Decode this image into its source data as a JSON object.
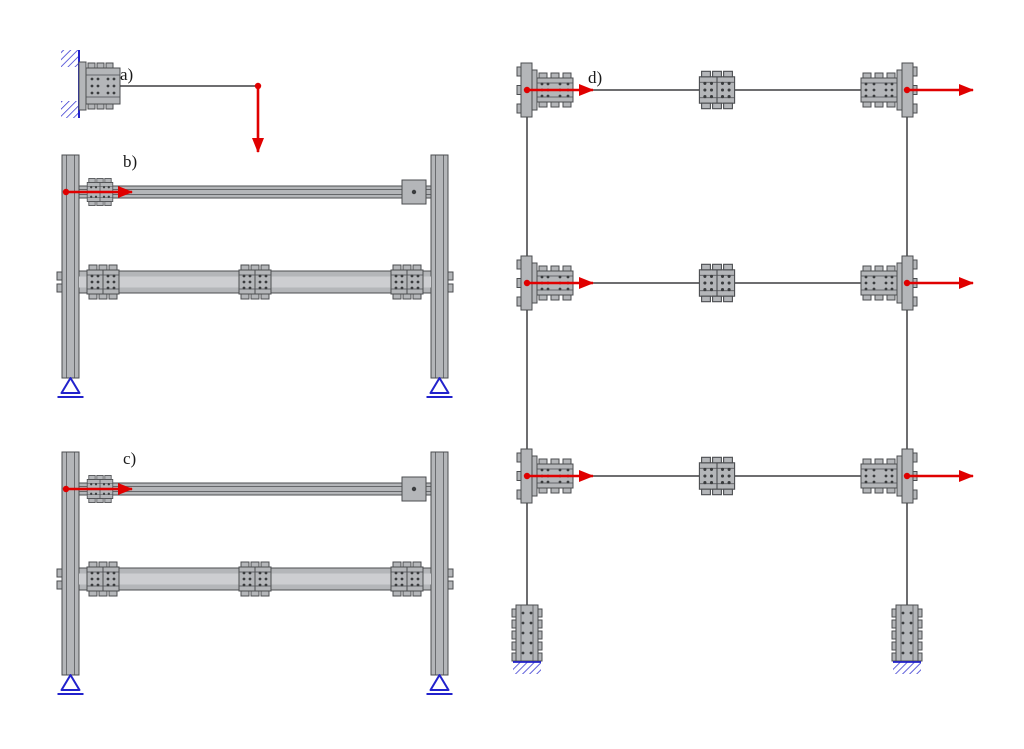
{
  "figure": {
    "labels": {
      "a": "a)",
      "b": "b)",
      "c": "c)",
      "d": "d)"
    },
    "colors": {
      "steel": "#b4b6b9",
      "steel_light": "#cdced1",
      "steel_dark": "#4b4d50",
      "member_line": "#3e3e40",
      "load": "#e00000",
      "support": "#2222cc",
      "background": "#ffffff",
      "bolt": "#3a3c3e",
      "label_text": "#1a1a1a"
    }
  }
}
